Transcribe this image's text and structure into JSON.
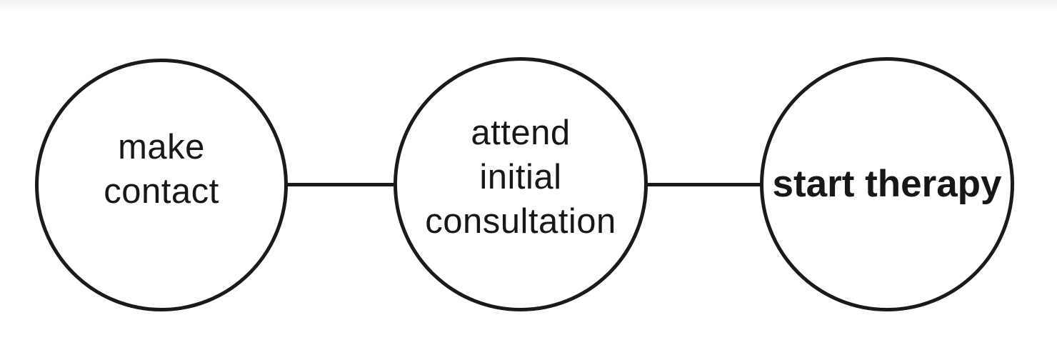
{
  "diagram": {
    "type": "process-flow",
    "background_color": "#ffffff",
    "node_shape": "circle",
    "node_stroke_color": "#1a1a1a",
    "node_fill_color": "#ffffff",
    "text_color": "#171717",
    "connector_color": "#1a1a1a",
    "nodes": [
      {
        "id": "make-contact",
        "lines": [
          "make",
          "contact"
        ],
        "emphasis": "regular"
      },
      {
        "id": "attend-initial-consultation",
        "lines": [
          "attend",
          "initial",
          "consultation"
        ],
        "emphasis": "regular"
      },
      {
        "id": "start-therapy",
        "lines": [
          "start therapy"
        ],
        "emphasis": "bold"
      }
    ],
    "connectors": [
      {
        "from": "make-contact",
        "to": "attend-initial-consultation",
        "style": "straight-line"
      },
      {
        "from": "attend-initial-consultation",
        "to": "start-therapy",
        "style": "straight-line"
      }
    ]
  }
}
